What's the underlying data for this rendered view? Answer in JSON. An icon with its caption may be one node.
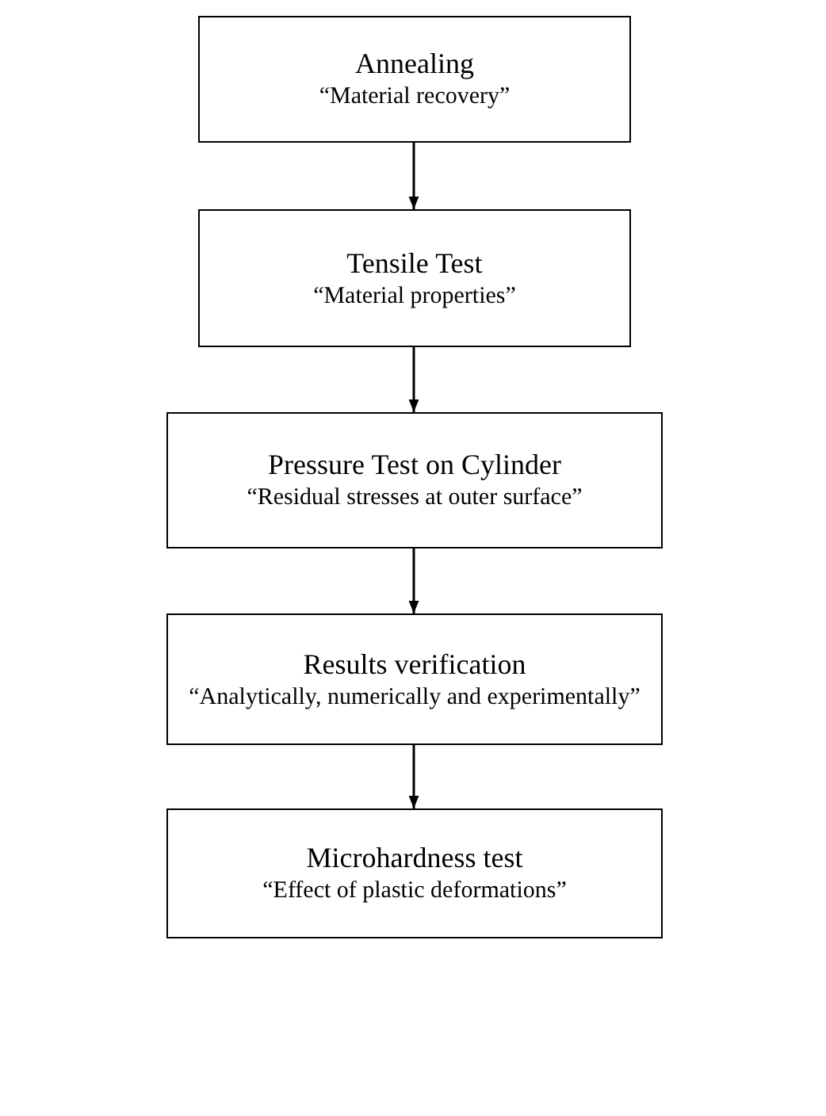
{
  "diagram": {
    "nodes": [
      {
        "text": [
          "Annealing",
          "“Material recovery”"
        ]
      },
      {
        "text": [
          "Tensile Test",
          "“Material properties”"
        ]
      },
      {
        "text": [
          "Pressure Test on Cylinder",
          "“Residual stresses at outer surface”"
        ]
      },
      {
        "text": [
          "Results verification",
          "“Analytically, numerically and experimentally”"
        ]
      },
      {
        "text": [
          "Microhardness test",
          "“Effect of plastic deformations”"
        ]
      }
    ],
    "edges": [
      {
        "from": 0,
        "to": 1,
        "arrow": "to"
      },
      {
        "from": 1,
        "to": 2,
        "arrow": "to"
      },
      {
        "from": 2,
        "to": 3,
        "arrow": "to"
      },
      {
        "from": 3,
        "to": 4,
        "arrow": "to"
      }
    ]
  }
}
